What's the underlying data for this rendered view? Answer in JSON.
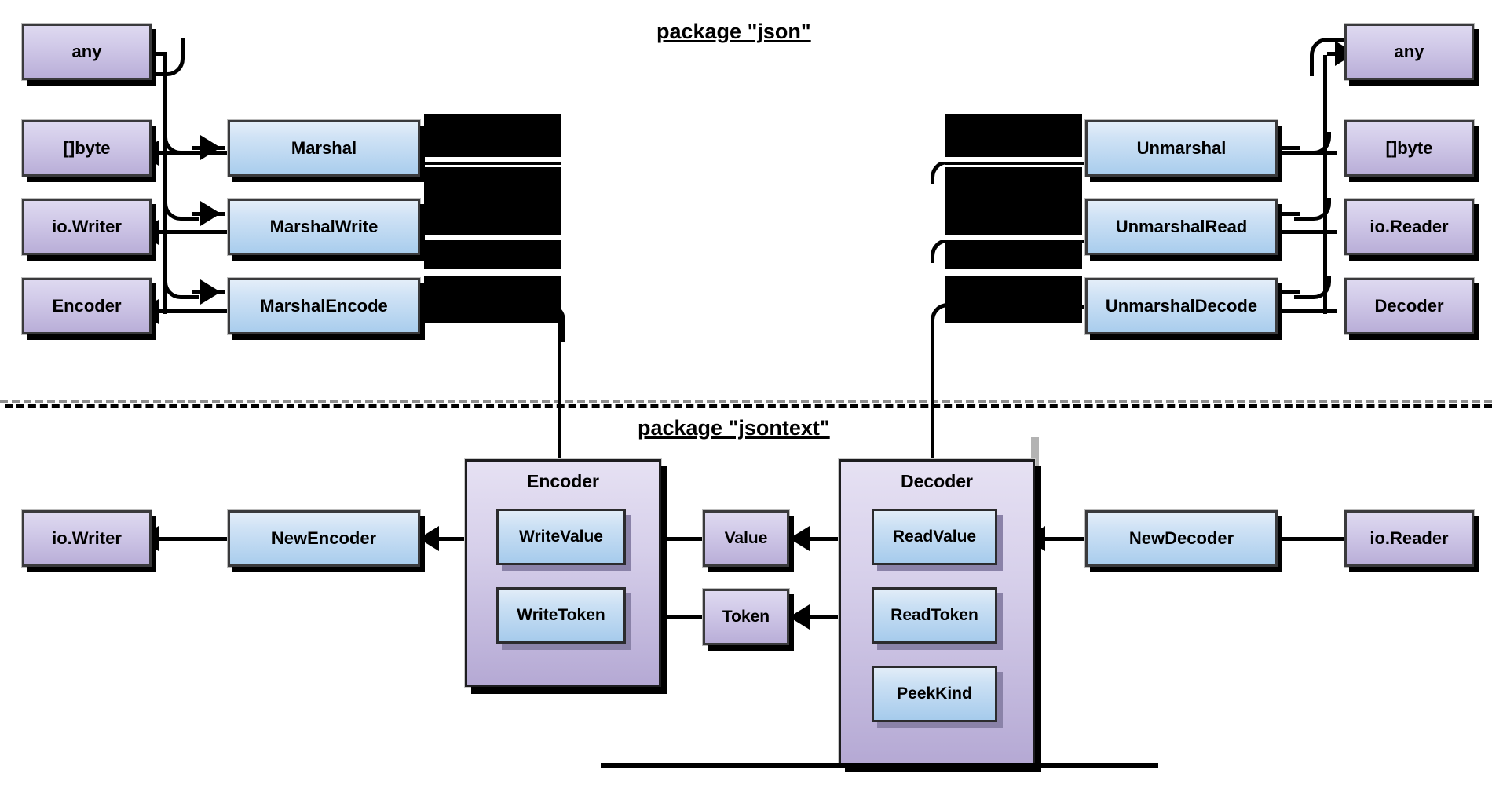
{
  "diagram": {
    "title_top": "package \"json\"",
    "title_bottom": "package \"jsontext\""
  },
  "json_package": {
    "left_types": [
      {
        "label": "any"
      },
      {
        "label": "[]byte"
      },
      {
        "label": "io.Writer"
      },
      {
        "label": "Encoder"
      }
    ],
    "left_functions": [
      {
        "label": "Marshal"
      },
      {
        "label": "MarshalWrite"
      },
      {
        "label": "MarshalEncode"
      }
    ],
    "right_functions": [
      {
        "label": "Unmarshal"
      },
      {
        "label": "UnmarshalRead"
      },
      {
        "label": "UnmarshalDecode"
      }
    ],
    "right_types": [
      {
        "label": "any"
      },
      {
        "label": "[]byte"
      },
      {
        "label": "io.Reader"
      },
      {
        "label": "Decoder"
      }
    ]
  },
  "jsontext_package": {
    "writer_type": "io.Writer",
    "new_encoder": "NewEncoder",
    "encoder_group": {
      "title": "Encoder",
      "methods": [
        "WriteValue",
        "WriteToken"
      ]
    },
    "middle_types": [
      "Value",
      "Token"
    ],
    "decoder_group": {
      "title": "Decoder",
      "methods": [
        "ReadValue",
        "ReadToken",
        "PeekKind"
      ]
    },
    "new_decoder": "NewDecoder",
    "reader_type": "io.Reader"
  },
  "colors": {
    "type_fill": "#c3b8e0",
    "function_fill": "#bcd9f0",
    "border": "#3a3a3c",
    "divider": "#8e8e8e",
    "artifact": "#000000"
  }
}
